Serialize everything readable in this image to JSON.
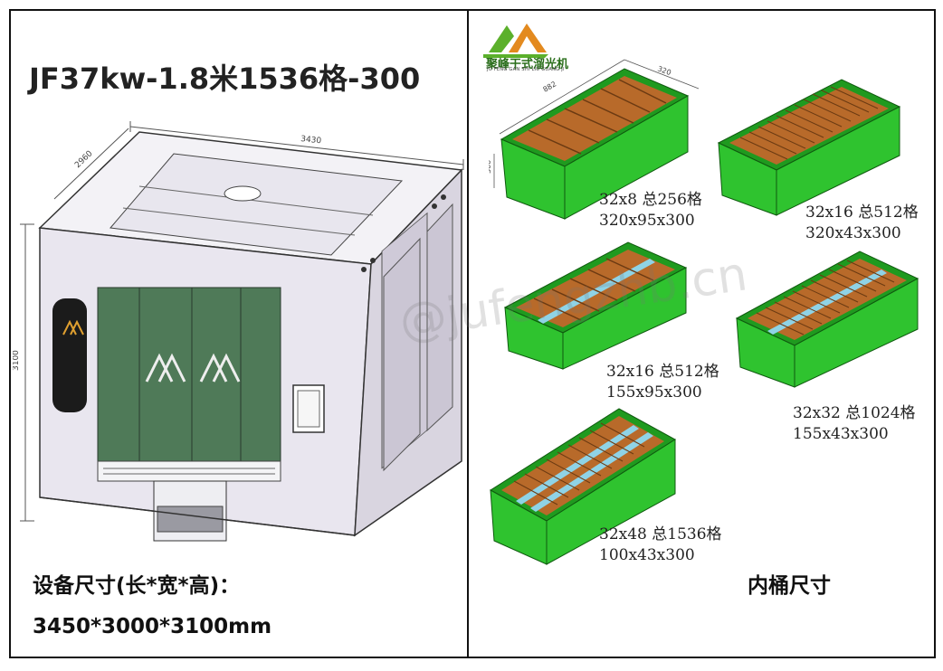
{
  "title": "JF37kw-1.8米1536格-300",
  "equipment": {
    "size_label": "设备尺寸(长*宽*高)：",
    "size_value": "3450*3000*3100mm",
    "dim_width": "3430",
    "dim_depth": "2960",
    "dim_height": "3100"
  },
  "logo": {
    "name": "聚峰干式溜光机",
    "pinyin": "JU FENG GAN SHI LIU GUANG JI"
  },
  "inner_bucket_title": "内桶尺寸",
  "tank_dims": {
    "length": "882",
    "width": "320",
    "height": "300"
  },
  "tanks": [
    {
      "line1": "32x8  总256格",
      "line2": "320x95x300"
    },
    {
      "line1": "32x16  总512格",
      "line2": "320x43x300"
    },
    {
      "line1": "32x16  总512格",
      "line2": "155x95x300"
    },
    {
      "line1": "32x32  总1024格",
      "line2": "155x43x300"
    },
    {
      "line1": "32x48  总1536格",
      "line2": "100x43x300"
    }
  ],
  "watermark": "@jufengzhb.cn",
  "colors": {
    "tank_green": "#2fc32f",
    "tank_green_dark": "#1f9a1f",
    "divider_brown": "#b86a2a",
    "divider_blue": "#8fd3e6",
    "door_green": "#4f7a58",
    "machine_body": "#e9e6ef",
    "logo_green": "#5bb02b",
    "logo_orange": "#e38a1f"
  }
}
